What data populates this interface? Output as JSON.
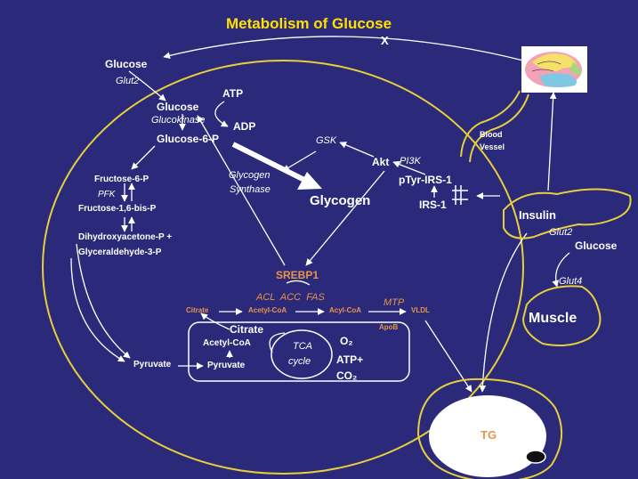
{
  "title": "Metabolism of Glucose",
  "labels": {
    "block_x": "X",
    "glucose_blood": "Glucose",
    "glut2_liver": "Glut2",
    "glucose_cell": "Glucose",
    "atp": "ATP",
    "glucokinase": "Glucokinase",
    "adp": "ADP",
    "g6p": "Glucose-6-P",
    "gsk": "GSK",
    "akt": "Akt",
    "pi3k": "PI3K",
    "f6p": "Fructose-6-P",
    "pfk": "PFK",
    "f16bp": "Fructose-1,6-bis-P",
    "gs_line1": "Glycogen",
    "gs_line2": "Synthase",
    "glycogen": "Glycogen",
    "ptyr_irs1": "pTyr-IRS-1",
    "irs1": "IRS-1",
    "dhap": "Dihydroxyacetone-P +",
    "g3p": "Glyceraldehyde-3-P",
    "srebp1": "SREBP1",
    "acl_acc_fas": "ACL  ACC  FAS",
    "mtp": "MTP",
    "citrate_out": "Citrate",
    "acetyl_coa_out": "Acetyl-CoA",
    "acyl_coa": "Acyl-CoA",
    "vldl": "VLDL",
    "apob": "ApoB",
    "citrate_mito": "Citrate",
    "acetyl_coa_mito": "Acetyl-CoA",
    "tca_line1": "TCA",
    "tca_line2": "cycle",
    "o2": "O₂",
    "atp_plus": "ATP+",
    "co2": "CO₂",
    "pyruvate_cyto": "Pyruvate",
    "pyruvate_mito": "Pyruvate",
    "blood_line1": "Blood",
    "blood_line2": "Vessel",
    "insulin": "Insulin",
    "glut2_pancreas": "Glut2",
    "glucose_pancreas": "Glucose",
    "glut4": "Glut4",
    "muscle": "Muscle",
    "tg": "TG"
  },
  "colors": {
    "background": "#2b2a7a",
    "title": "#ffe000",
    "outline": "#e6cf3a",
    "accent": "#e8944a",
    "text": "#ffffff"
  },
  "icons": {
    "brain": "brain-icon",
    "adipocyte": "fat-cell-icon"
  }
}
